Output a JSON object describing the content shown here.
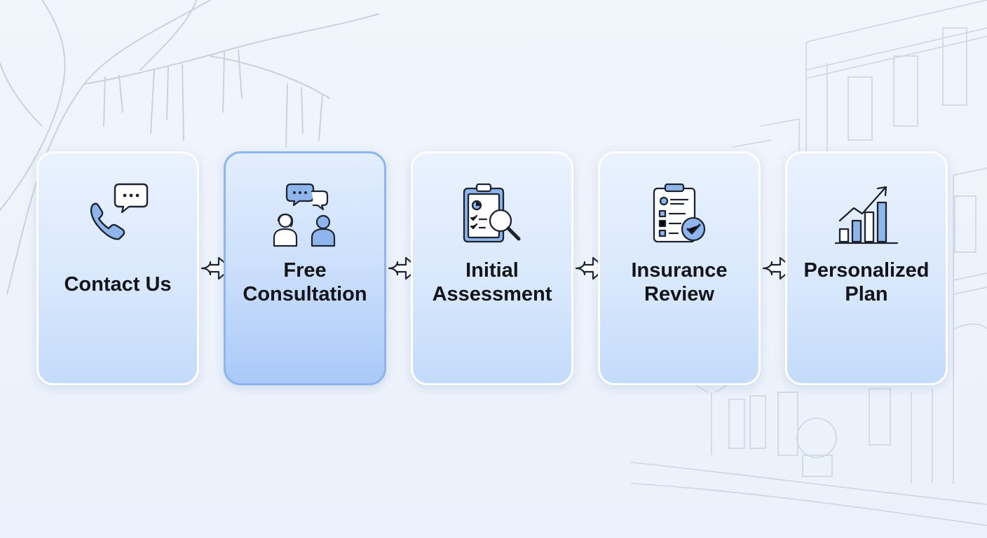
{
  "steps": [
    {
      "label": "Contact Us",
      "icon": "phone-chat-icon",
      "active": false
    },
    {
      "label": "Free Consultation",
      "icon": "people-conversation-icon",
      "active": true
    },
    {
      "label": "Initial Assessment",
      "icon": "clipboard-magnifier-icon",
      "active": false
    },
    {
      "label": "Insurance Review",
      "icon": "checklist-approved-icon",
      "active": false
    },
    {
      "label": "Personalized Plan",
      "icon": "growth-chart-icon",
      "active": false
    }
  ],
  "colors": {
    "icon_fill": "#8fb6ec",
    "icon_stroke": "#1d2430",
    "active_border": "#8db6ee"
  }
}
